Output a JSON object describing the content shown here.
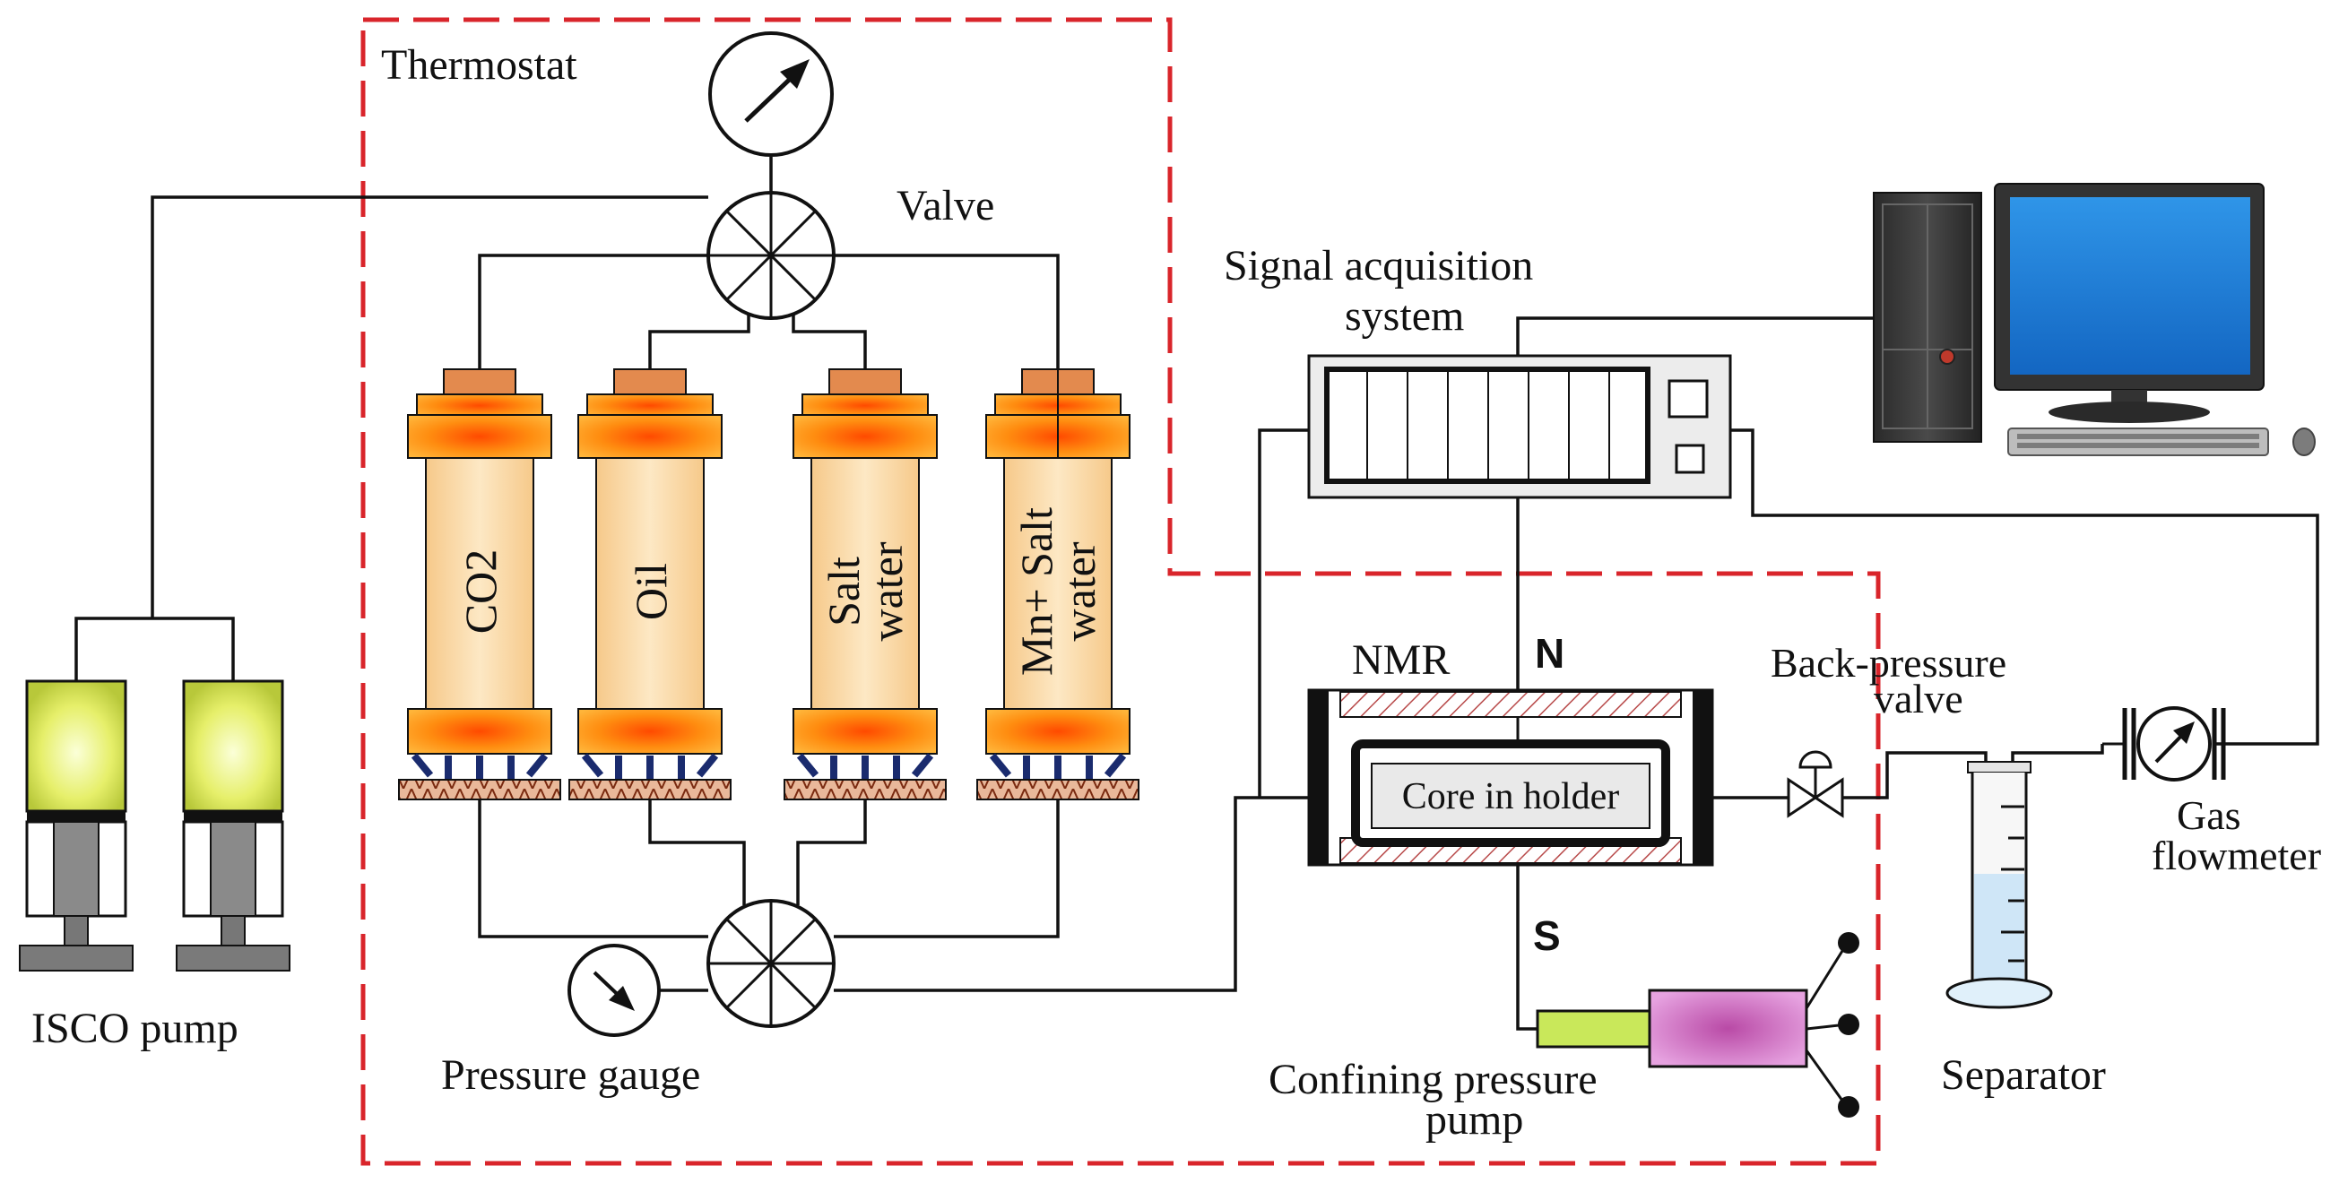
{
  "labels": {
    "thermostat": "Thermostat",
    "valve": "Valve",
    "signal_line1": "Signal acquisition",
    "signal_line2": "system",
    "isco_pump": "ISCO pump",
    "pressure_gauge": "Pressure gauge",
    "nmr": "NMR",
    "north": "N",
    "south": "S",
    "core_in_holder": "Core in holder",
    "back_pressure_line1": "Back-pressure",
    "back_pressure_line2": "valve",
    "gas_line1": "Gas",
    "gas_line2": "flowmeter",
    "separator": "Separator",
    "confining_line1": "Confining pressure",
    "confining_line2": "pump"
  },
  "cylinders": [
    {
      "label": "CO2",
      "line1": "CO2",
      "line2": ""
    },
    {
      "label": "Oil",
      "line1": "Oil",
      "line2": ""
    },
    {
      "label": "Salt water",
      "line1": "Salt",
      "line2": "water"
    },
    {
      "label": "Mn+ Salt water",
      "line1": "Mn+ Salt",
      "line2": "water"
    }
  ],
  "colors": {
    "thermostat_border": "#d9252b",
    "cylinder_body": "#fbe0b0",
    "cylinder_cap": "#ff9a1a",
    "pump_top": "#e8f06a",
    "monitor_screen": "#1f7fd6",
    "magnet_hatch": "#b84a4a",
    "confining_barrel": "#d27ad0",
    "confining_tip": "#bfe34a"
  }
}
